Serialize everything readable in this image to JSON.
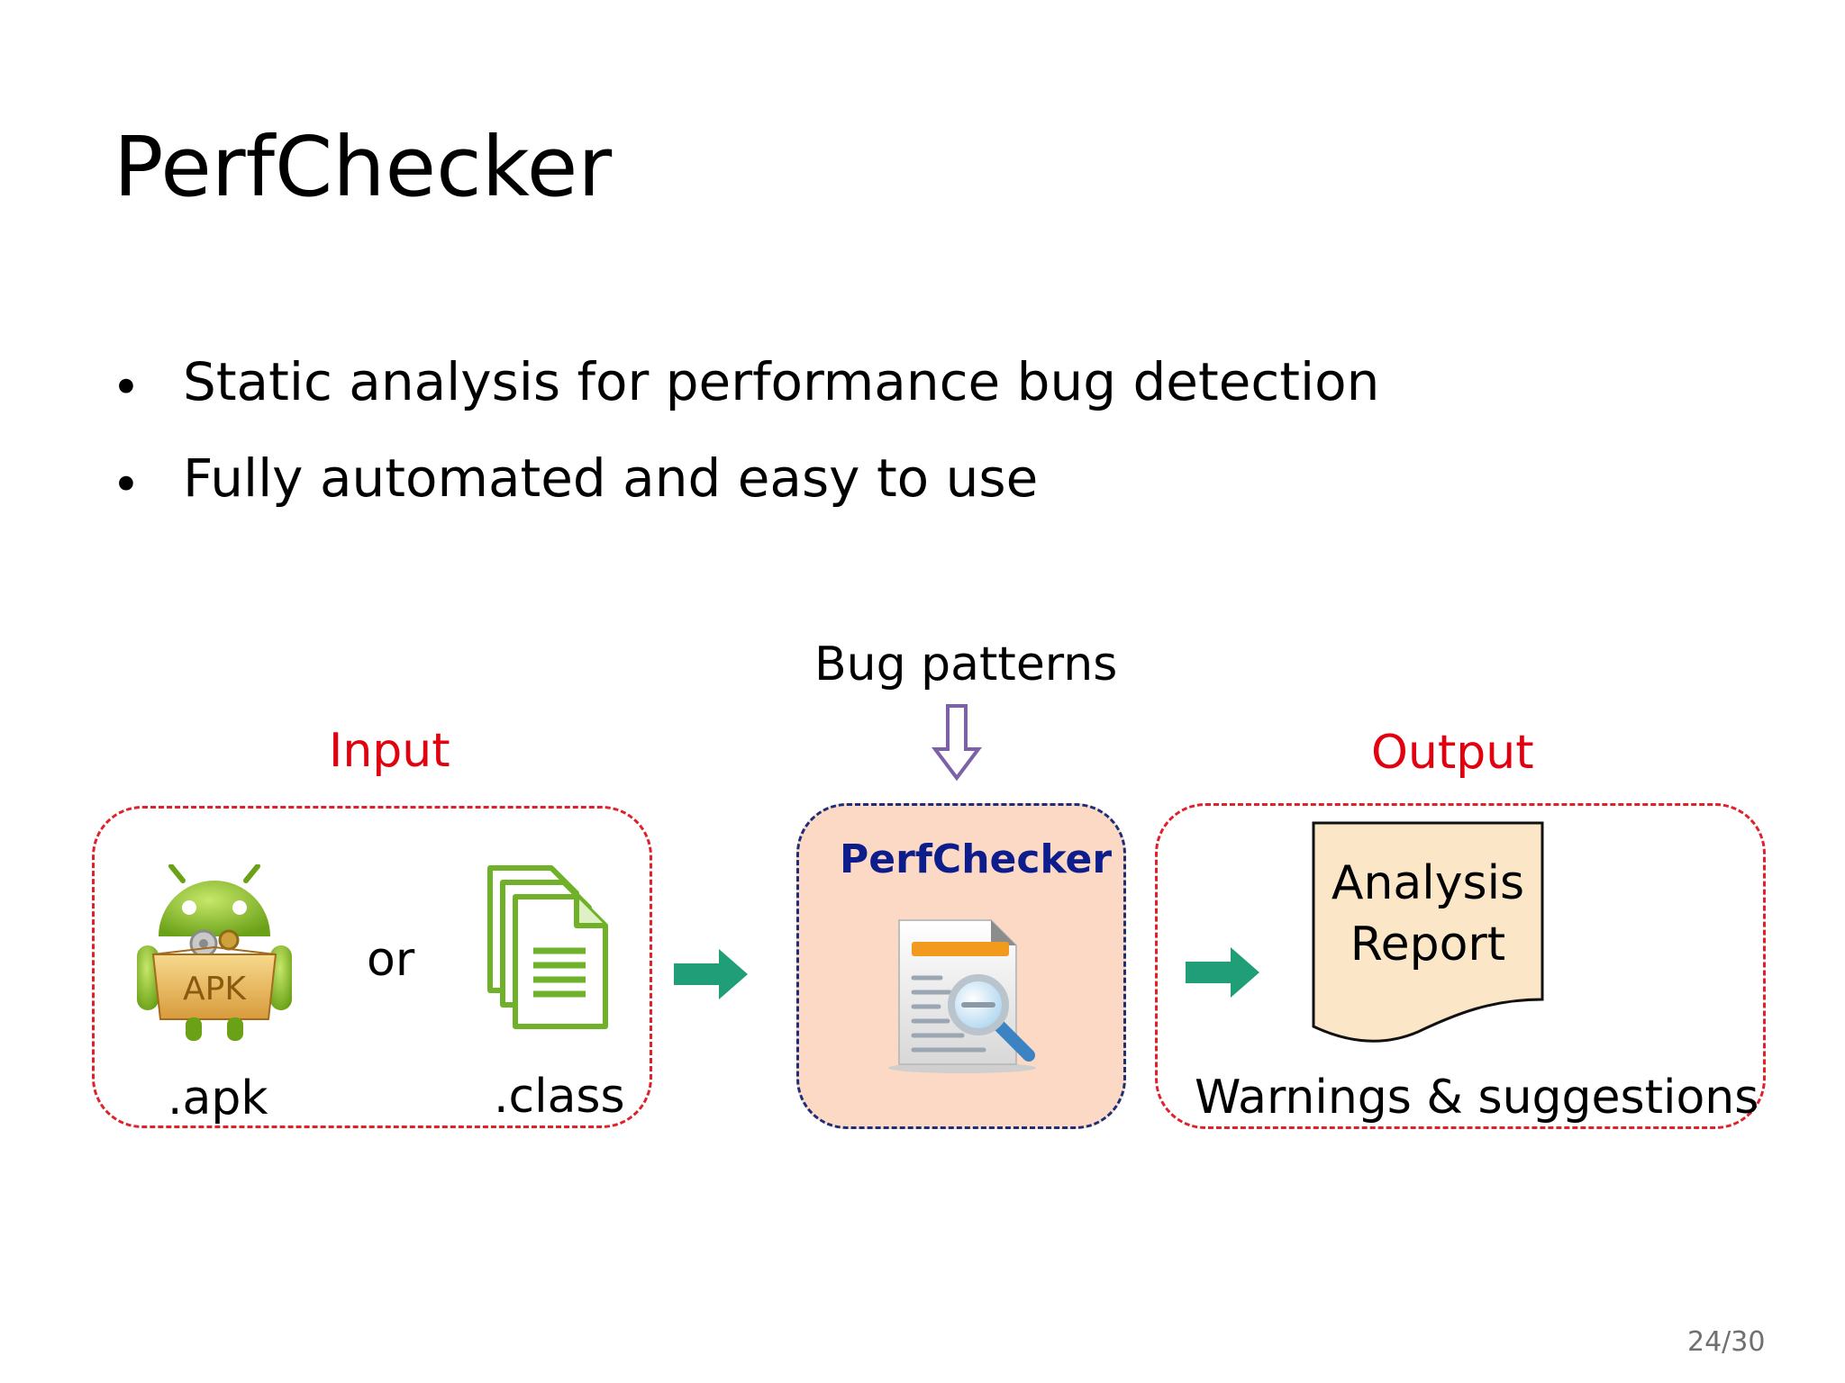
{
  "slide": {
    "title": "PerfChecker",
    "bullets": [
      "Static analysis for performance bug detection",
      "Fully automated and easy to use"
    ],
    "page_number": "24/30"
  },
  "diagram": {
    "bug_patterns_label": "Bug patterns",
    "input_label": "Input",
    "output_label": "Output",
    "apk_badge": "APK",
    "or_label": "or",
    "apk_label": ".apk",
    "class_label": ".class",
    "tool_label": "PerfChecker",
    "report_text": "Analysis\nReport",
    "output_caption": "Warnings & suggestions"
  },
  "colors": {
    "accent_red": "#e2000f",
    "tool_blue": "#0d1d8c",
    "tool_fill": "#fcd9c4",
    "arrow_teal": "#1f9e77",
    "pattern_arrow_purple": "#7d61a6",
    "report_fill": "#fbe6c8"
  }
}
